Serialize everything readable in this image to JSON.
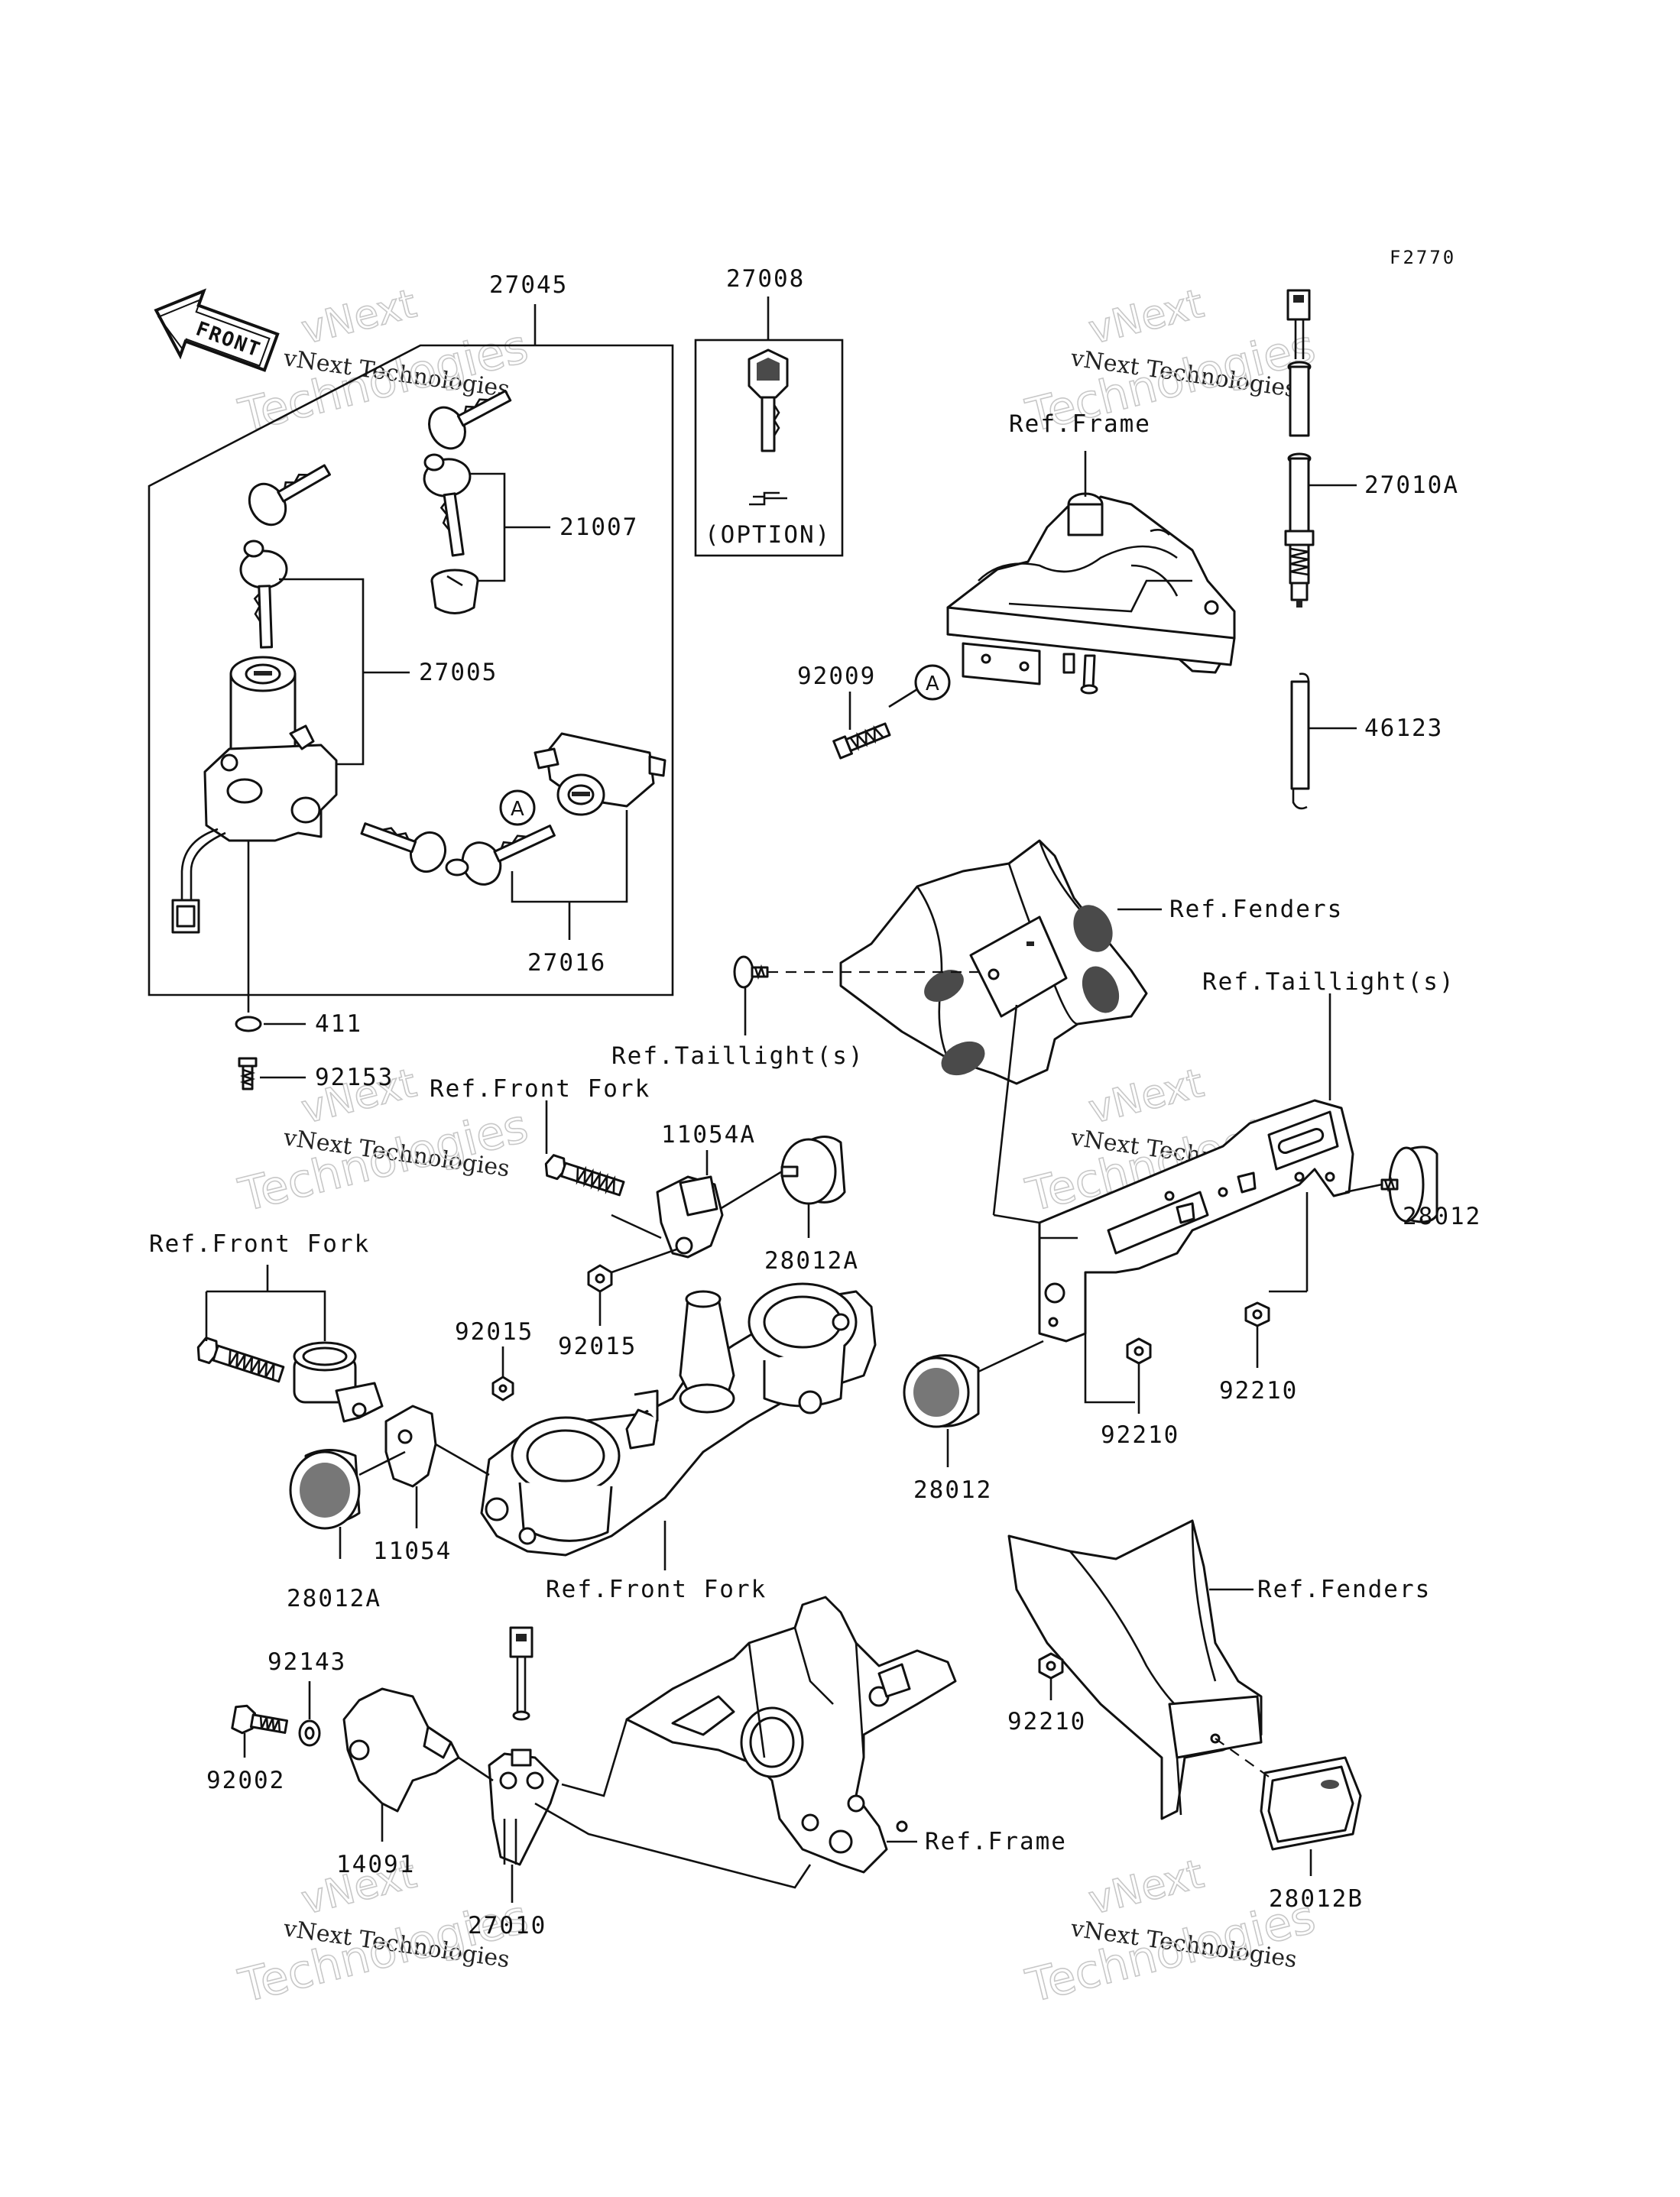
{
  "figure_code": "F2770",
  "front_badge": "FRONT",
  "option_text": "(OPTION)",
  "callout_letter": "A",
  "watermark": {
    "line1": "vNext",
    "line2": "vNext Technologies",
    "line3": "Technologies"
  },
  "labels": {
    "p27045": "27045",
    "p27008": "27008",
    "p21007": "21007",
    "p27005": "27005",
    "p27016": "27016",
    "p411": "411",
    "p92153": "92153",
    "p27010A": "27010A",
    "p92009": "92009",
    "p46123": "46123",
    "ref_frame_top": "Ref.Frame",
    "ref_fenders_top": "Ref.Fenders",
    "ref_taillight_left": "Ref.Taillight(s)",
    "ref_taillight_right": "Ref.Taillight(s)",
    "ref_front_fork_a": "Ref.Front Fork",
    "ref_front_fork_b": "Ref.Front Fork",
    "ref_front_fork_c": "Ref.Front Fork",
    "p11054A": "11054A",
    "p28012A_upper": "28012A",
    "p92015_a": "92015",
    "p92015_b": "92015",
    "p28012A_lower": "28012A",
    "p11054": "11054",
    "p28012_right": "28012",
    "p92210_a": "92210",
    "p92210_b": "92210",
    "p28012_mid": "28012",
    "ref_fenders_bottom": "Ref.Fenders",
    "p92210_c": "92210",
    "p28012B": "28012B",
    "p92143": "92143",
    "p92002": "92002",
    "p14091": "14091",
    "p27010": "27010",
    "ref_frame_bottom": "Ref.Frame"
  }
}
